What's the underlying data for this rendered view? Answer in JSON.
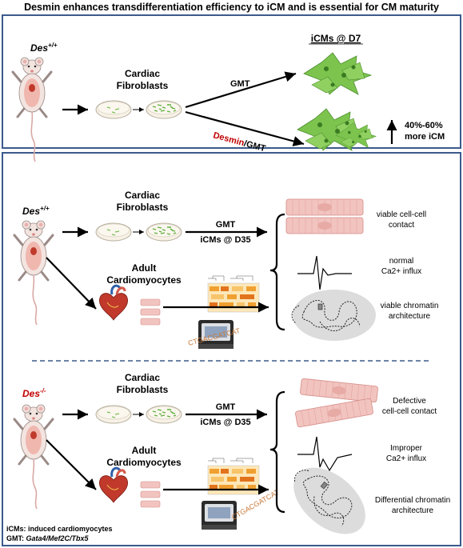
{
  "title": "Desmin enhances transdifferentiation efficiency to iCM and is essential for CM maturity",
  "top": {
    "genotype_base": "Des",
    "genotype_sup": "+/+",
    "fibroblasts": [
      "Cardiac",
      "Fibroblasts"
    ],
    "icm_header": "iCMs @ D7",
    "gmt": "GMT",
    "desmin": "Desmin",
    "slash_gmt": "/GMT",
    "increase": [
      "40%-60%",
      "more iCM"
    ]
  },
  "wt": {
    "genotype_base": "Des",
    "genotype_sup": "+/+",
    "fibroblasts": [
      "Cardiac",
      "Fibroblasts"
    ],
    "gmt": "GMT",
    "icm": "iCMs @ D35",
    "adult": [
      "Adult",
      "Cardiomyocytes"
    ],
    "outcome1": [
      "viable cell-cell",
      "contact"
    ],
    "outcome2": [
      "normal",
      "Ca2+  influx"
    ],
    "outcome3": [
      "viable chromatin",
      "architecture"
    ]
  },
  "ko": {
    "genotype_base": "Des",
    "genotype_sup": "-/-",
    "fibroblasts": [
      "Cardiac",
      "Fibroblasts"
    ],
    "gmt": "GMT",
    "icm": "iCMs @ D35",
    "adult": [
      "Adult",
      "Cardiomyocytes"
    ],
    "outcome1": [
      "Defective",
      "cell-cell contact"
    ],
    "outcome2": [
      "Improper",
      "Ca2+  influx"
    ],
    "outcome3": [
      "Differential chromatin",
      "architecture"
    ]
  },
  "seq_letters": "CTGACGATCAT",
  "footnote": {
    "line1": "iCMs: induced cardiomyocytes",
    "line2_label": "GMT: ",
    "line2_genes": "Gata4/Mef2C/Tbx5"
  },
  "colors": {
    "border": "#3b5a8c",
    "desmin_red": "#c00000",
    "cell_green": "#6fbf4a",
    "cell_pink": "#f2c4c0",
    "heatmap_orange": "#f0a030"
  }
}
